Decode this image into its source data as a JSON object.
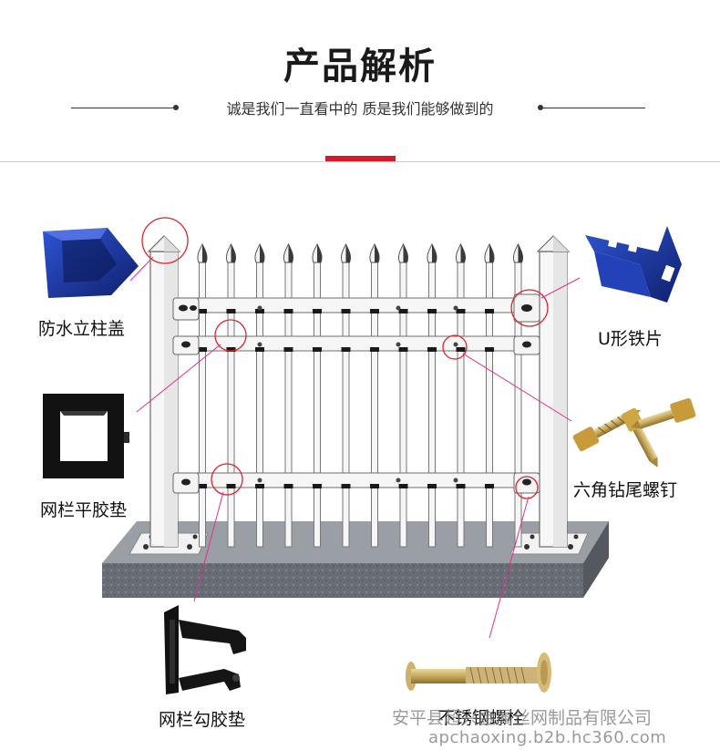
{
  "header": {
    "title": "产品解析",
    "subtitle": "诚是我们一直看中的 质是我们能够做到的"
  },
  "parts": {
    "cap": "防水立柱盖",
    "flat_gasket": "网栏平胶垫",
    "hook_gasket": "网栏勾胶垫",
    "u_bracket": "U形铁片",
    "screw": "六角钻尾螺钉",
    "bolt": "不锈钢螺栓"
  },
  "watermark": {
    "company": "安平县超兴金属丝网制品有限公司",
    "url": "apchaoxing.b2b.hc360.com"
  },
  "colors": {
    "accent": "#d7182a",
    "callout": "#e0308f",
    "circle": "#d9262c",
    "fence": "#f4f4f4",
    "fence_stroke": "#6f6f6f",
    "base": "#6d7178",
    "part_blue": "#1d3a9e",
    "part_black": "#111111"
  }
}
